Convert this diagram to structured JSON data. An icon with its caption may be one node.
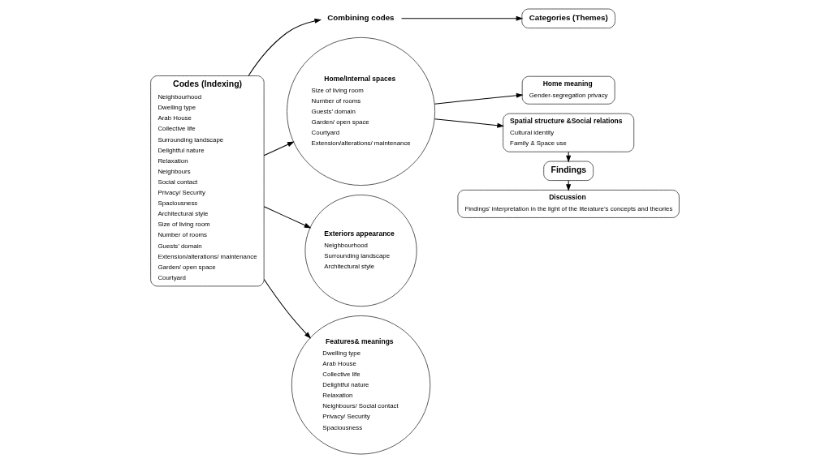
{
  "diagram": {
    "nodes": [
      {
        "text": [
          "Codes (Indexing)",
          "Neighbourhood",
          "Dwelling type",
          "Arab House",
          "Collective life",
          "Surrounding landscape",
          "Delightful nature",
          "Relaxation",
          "Neighbours",
          "Social contact",
          "Privacy/ Security",
          "Spaciousness",
          "Architectural style",
          "Size of living room",
          "Number of rooms",
          "Guests’ domain",
          "Extension/alterations/ maintenance",
          "Garden/ open space",
          "Courtyard"
        ]
      },
      {
        "text": [
          "Combining codes"
        ]
      },
      {
        "text": [
          "Home/Internal spaces",
          "Size of living room",
          "Number of rooms",
          "Guests’ domain",
          "Garden/ open space",
          "Courtyard",
          "Extension/alterations/ maintenance"
        ]
      },
      {
        "text": [
          "Exteriors appearance",
          "Neighbourhood",
          "Surrounding landscape",
          "Architectural style"
        ]
      },
      {
        "text": [
          "Features& meanings",
          "Dwelling type",
          "Arab House",
          "Collective life",
          "Delightful nature",
          "Relaxation",
          "Neighbours/ Social contact",
          "Privacy/ Security",
          "Spaciousness"
        ]
      },
      {
        "text": [
          "Categories (Themes)"
        ]
      },
      {
        "text": [
          "Home meaning",
          "Gender-segregation privacy"
        ]
      },
      {
        "text": [
          "Spatial structure &Social relations",
          "Cultural identity",
          "Family & Space use"
        ]
      },
      {
        "text": [
          "Findings"
        ]
      },
      {
        "text": [
          "Discussion",
          "Findings’ interpretation in the light of the literature’s concepts and theories"
        ]
      }
    ],
    "edges": [
      {
        "from": 0,
        "to": 1,
        "arrow": "to"
      },
      {
        "from": 1,
        "to": 5,
        "arrow": "to"
      },
      {
        "from": 0,
        "to": 2,
        "arrow": "to"
      },
      {
        "from": 0,
        "to": 4,
        "arrow": "to"
      },
      {
        "from": 0,
        "to": 3,
        "arrow": "to"
      },
      {
        "from": 2,
        "to": 6,
        "arrow": "to"
      },
      {
        "from": 2,
        "to": 7,
        "arrow": "to"
      },
      {
        "from": 7,
        "to": 8,
        "arrow": "to"
      },
      {
        "from": 8,
        "to": 9,
        "arrow": "to"
      }
    ]
  }
}
